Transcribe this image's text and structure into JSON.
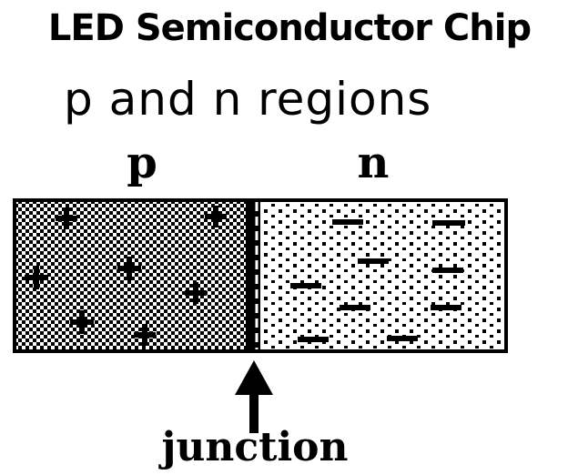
{
  "title": "LED Semiconductor Chip",
  "subtitle": "p and n regions",
  "regions": {
    "p_label": "p",
    "n_label": "n"
  },
  "junction_label": "junction",
  "colors": {
    "ink": "#000000",
    "background": "#ffffff"
  }
}
